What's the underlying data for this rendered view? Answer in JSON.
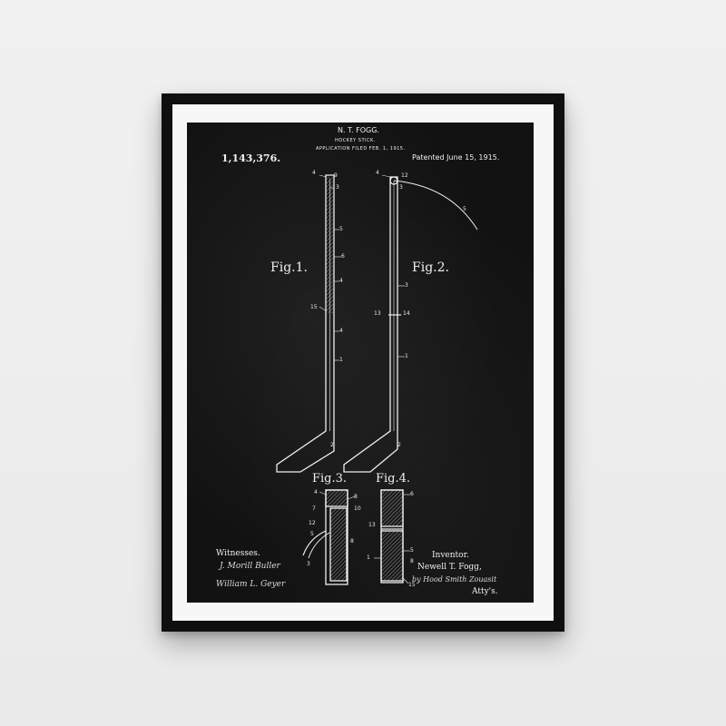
{
  "patent": {
    "inventor_header": "N. T. FOGG.",
    "title": "HOCKEY STICK.",
    "application": "APPLICATION FILED FEB. 1, 1915.",
    "number": "1,143,376.",
    "date": "Patented June 15, 1915."
  },
  "figures": {
    "fig1": "Fig.1.",
    "fig2": "Fig.2.",
    "fig3": "Fig.3.",
    "fig4": "Fig.4."
  },
  "reference_labels": {
    "fig1": [
      "4",
      "9",
      "3",
      "5",
      "6",
      "4",
      "15",
      "4",
      "1",
      "2"
    ],
    "fig2": [
      "4",
      "12",
      "3",
      "5",
      "3",
      "13",
      "14",
      "1",
      "2"
    ],
    "fig3": [
      "4",
      "7",
      "12",
      "5",
      "3",
      "8",
      "10",
      "8"
    ],
    "fig4": [
      "6",
      "13",
      "5",
      "8",
      "1",
      "15"
    ]
  },
  "witnesses": {
    "label": "Witnesses.",
    "signature_1": "J. Morill Buller",
    "signature_2": "William L. Geyer"
  },
  "inventor": {
    "label": "Inventor.",
    "name": "Newell T. Fogg,",
    "attorney_signature": "by Hood Smith Zouasit",
    "attys": "Atty's."
  },
  "colors": {
    "wall": "#eeeeee",
    "frame": "#0f0f0f",
    "mat": "#f7f7f7",
    "chalkboard": "#121212",
    "chalk": "#f0f0f0"
  }
}
